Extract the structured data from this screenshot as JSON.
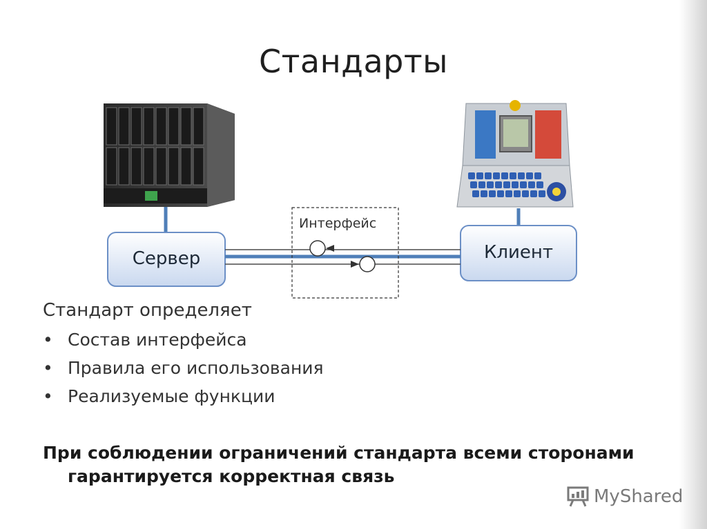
{
  "slide": {
    "title": "Стандарты"
  },
  "diagram": {
    "server_label": "Сервер",
    "client_label": "Клиент",
    "interface_label": "Интерфейс",
    "server_image": "server-rack-icon",
    "client_image": "laptop-icon",
    "link_color": "#4f7fb8",
    "box_fill": "#dde7f5"
  },
  "content": {
    "heading": "Стандарт определяет",
    "bullets": [
      "Состав интерфейса",
      "Правила его использования",
      "Реализуемые функции"
    ],
    "conclusion_line1": "При соблюдении ограничений стандарта всеми сторонами",
    "conclusion_line2": "гарантируется корректная связь"
  },
  "watermark": {
    "text": "MyShared",
    "icon": "presentation-board-icon"
  }
}
